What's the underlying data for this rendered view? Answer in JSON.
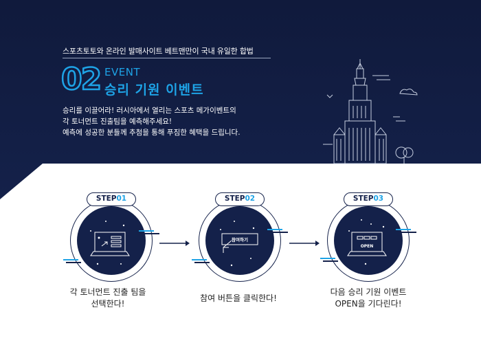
{
  "header": {
    "subtitle": "스포츠토토와 온라인 발매사이트 베트맨만이 국내 유일한 합법",
    "event_number": "02",
    "event_label": "EVENT",
    "event_title": "승리 기원 이벤트",
    "description": [
      "승리를 이끌어라! 러시아에서 열리는 스포츠 메가이벤트의",
      "각 토너먼트 진출팀을 예측해주세요!",
      "예측에 성공한 분들께 추첨을 통해 푸짐한 혜택을 드립니다."
    ]
  },
  "steps": [
    {
      "badge_prefix": "STEP",
      "badge_num": "01",
      "icon": "laptop-select-icon",
      "caption": [
        "각 토너먼트 진출 팀을",
        "선택한다!"
      ]
    },
    {
      "badge_prefix": "STEP",
      "badge_num": "02",
      "icon": "click-button-icon",
      "button_label": "참여하기",
      "caption": [
        "참여 버튼을 클릭한다!"
      ]
    },
    {
      "badge_prefix": "STEP",
      "badge_num": "03",
      "icon": "laptop-open-icon",
      "screen_label": "OPEN",
      "caption": [
        "다음 승리 기원 이벤트",
        "OPEN을 기다린다!"
      ]
    }
  ],
  "colors": {
    "navy": "#14214a",
    "accent": "#1ea3e6",
    "background": "#ffffff"
  }
}
